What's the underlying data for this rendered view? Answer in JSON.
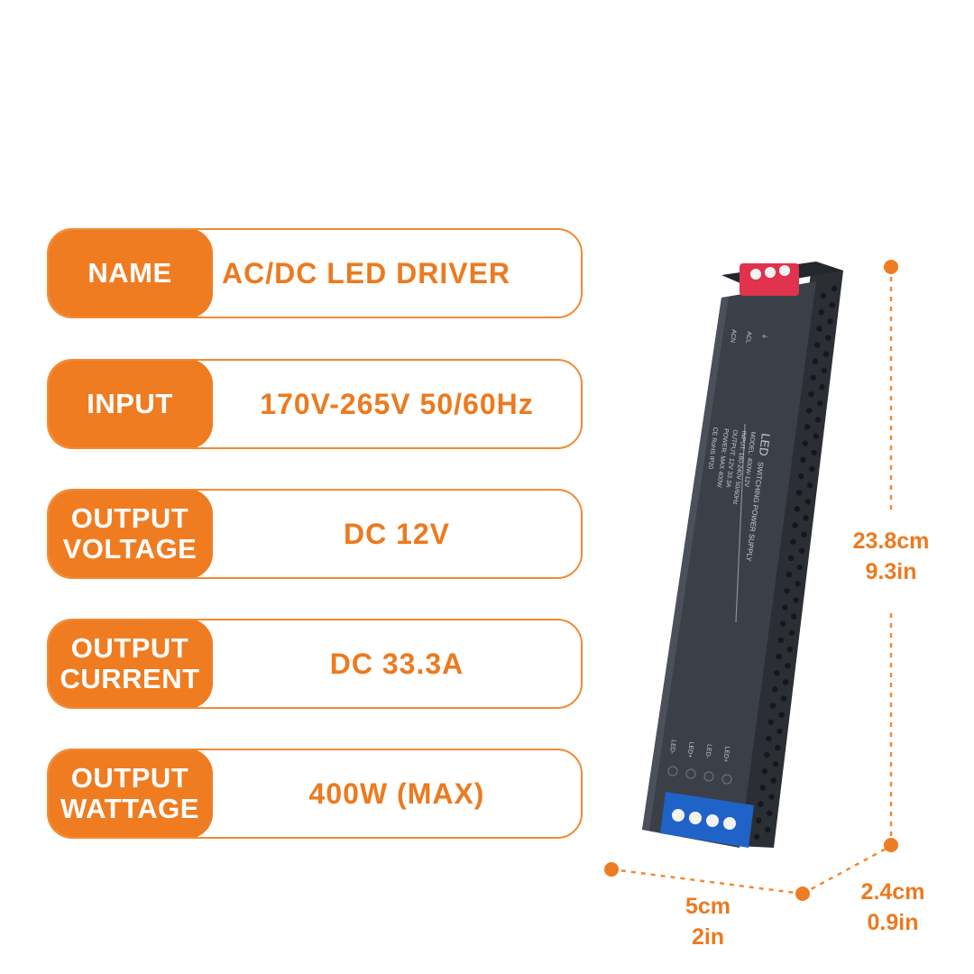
{
  "specs": [
    {
      "label": "NAME",
      "value": "AC/DC LED DRIVER"
    },
    {
      "label": "INPUT",
      "value": "170V-265V 50/60Hz"
    },
    {
      "label": "OUTPUT\nVOLTAGE",
      "value": "DC 12V"
    },
    {
      "label": "OUTPUT\nCURRENT",
      "value": "DC 33.3A"
    },
    {
      "label": "OUTPUT\nWATTAGE",
      "value": "400W (MAX)"
    }
  ],
  "dimensions": {
    "length_cm": "23.8cm",
    "length_in": "9.3in",
    "width_cm": "5cm",
    "width_in": "2in",
    "height_cm": "2.4cm",
    "height_in": "0.9in"
  },
  "device_label": {
    "brand": "LED",
    "title": "SWITCHING POWER SUPPLY",
    "model": "MODEL: 400W-12V",
    "input": "INPUT: 180-240V 50/60Hz",
    "output": "OUTPUT: 12V 33.3A",
    "power": "POWER: MAX 400W",
    "marks": "CE RoHS  IP20",
    "top_terminals": [
      "ACN",
      "ACL",
      "⏚"
    ],
    "bottom_terminals": [
      "LED-",
      "LED+",
      "LED-",
      "LED+"
    ]
  },
  "colors": {
    "accent": "#f07c21",
    "device": "#3a3e48",
    "input_terminal": "#e0334d",
    "output_terminal": "#1f63c9"
  }
}
